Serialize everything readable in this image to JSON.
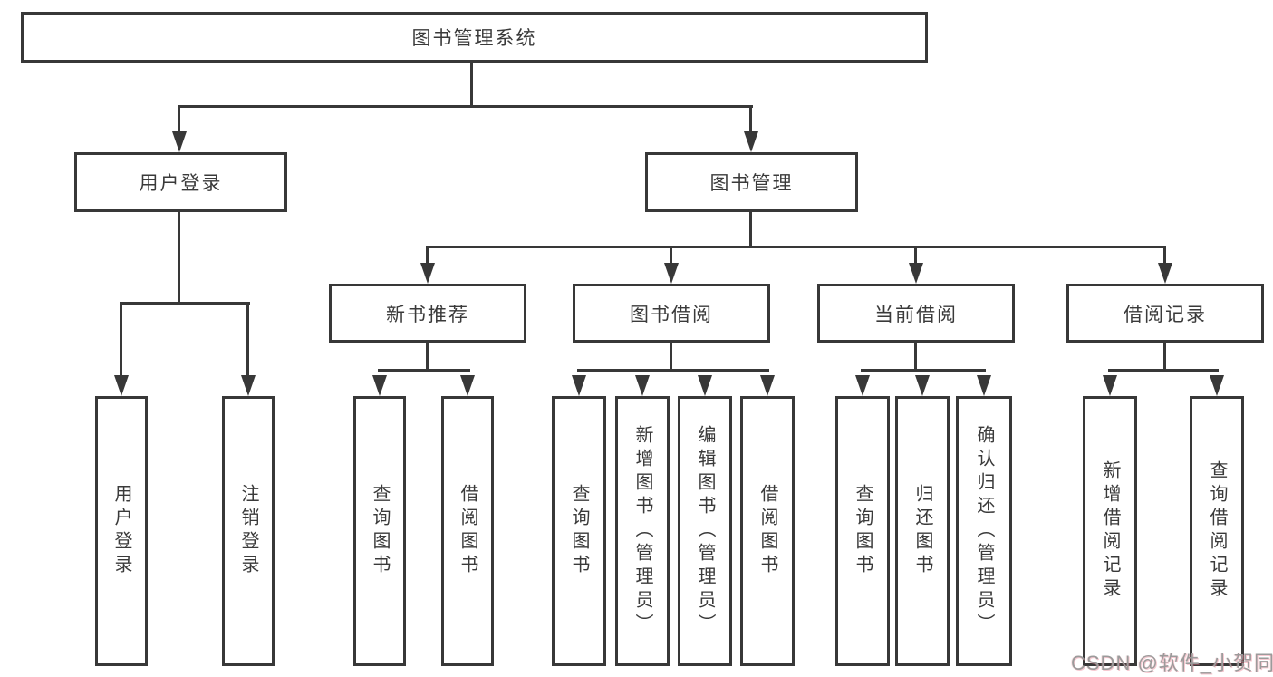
{
  "diagram": {
    "title": "图书管理系统",
    "type": "hierarchy-tree",
    "colors": {
      "line": "#383838",
      "node_text": "#3a3a3a",
      "background": "#ffffff",
      "watermark_gray": "#9b9b9b",
      "watermark_pink": "#eb788c"
    }
  },
  "nodes": [
    {
      "label": "图书管理系统",
      "parent": null,
      "level": 1
    },
    {
      "label": "用户登录",
      "parent": "图书管理系统",
      "level": 2
    },
    {
      "label": "图书管理",
      "parent": "图书管理系统",
      "level": 2
    },
    {
      "label": "新书推荐",
      "parent": "图书管理",
      "level": 3
    },
    {
      "label": "图书借阅",
      "parent": "图书管理",
      "level": 3
    },
    {
      "label": "当前借阅",
      "parent": "图书管理",
      "level": 3
    },
    {
      "label": "借阅记录",
      "parent": "图书管理",
      "level": 3
    },
    {
      "label": "用户登录",
      "parent": "用户登录",
      "level": 4
    },
    {
      "label": "注销登录",
      "parent": "用户登录",
      "level": 4
    },
    {
      "label": "查询图书",
      "parent": "新书推荐",
      "level": 4
    },
    {
      "label": "借阅图书",
      "parent": "新书推荐",
      "level": 4
    },
    {
      "label": "查询图书",
      "parent": "图书借阅",
      "level": 4
    },
    {
      "label": "新增图书（管理员）",
      "parent": "图书借阅",
      "level": 4
    },
    {
      "label": "编辑图书（管理员）",
      "parent": "图书借阅",
      "level": 4
    },
    {
      "label": "借阅图书",
      "parent": "图书借阅",
      "level": 4
    },
    {
      "label": "查询图书",
      "parent": "当前借阅",
      "level": 4
    },
    {
      "label": "归还图书",
      "parent": "当前借阅",
      "level": 4
    },
    {
      "label": "确认归还（管理员）",
      "parent": "当前借阅",
      "level": 4
    },
    {
      "label": "新增借阅记录",
      "parent": "借阅记录",
      "level": 4
    },
    {
      "label": "查询借阅记录",
      "parent": "借阅记录",
      "level": 4
    }
  ],
  "watermark": {
    "text": "CSDN @软件_小贺同学"
  }
}
